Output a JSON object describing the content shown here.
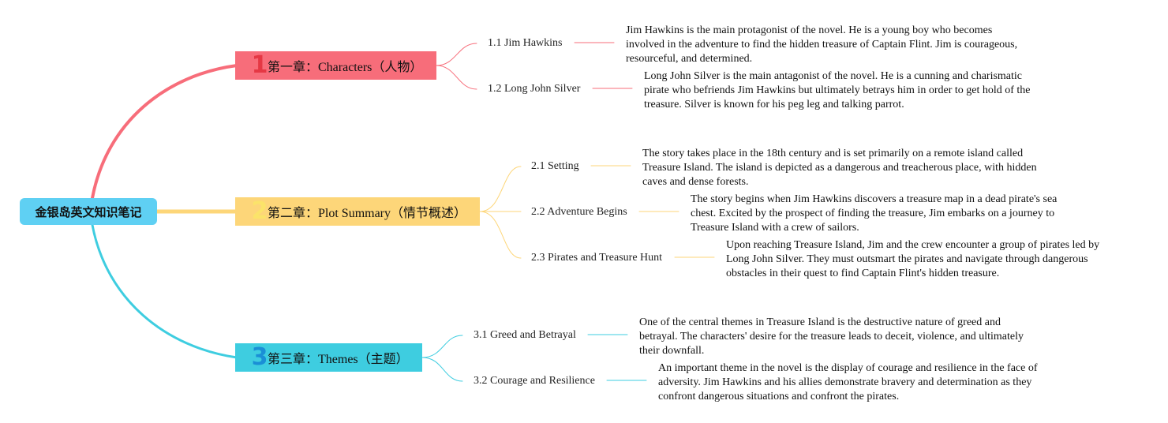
{
  "root": {
    "label": "金银岛英文知识笔记",
    "color": "#5fd0f3"
  },
  "chapters": [
    {
      "num": "1",
      "label": "第一章：Characters（人物）",
      "color": "#f76d7a",
      "num_color": "#e53844",
      "topics": [
        {
          "label": "1.1 Jim Hawkins",
          "desc": "Jim Hawkins is the main protagonist of the novel. He is a young boy who becomes involved in the adventure to find the hidden treasure of Captain Flint. Jim is courageous, resourceful, and determined."
        },
        {
          "label": "1.2 Long John Silver",
          "desc": "Long John Silver is the main antagonist of the novel. He is a cunning and charismatic pirate who befriends Jim Hawkins but ultimately betrays him in order to get hold of the treasure. Silver is known for his peg leg and talking parrot."
        }
      ]
    },
    {
      "num": "2",
      "label": "第二章：Plot Summary（情节概述）",
      "color": "#fdd679",
      "num_color": "#fbe36a",
      "topics": [
        {
          "label": "2.1 Setting",
          "desc": "The story takes place in the 18th century and is set primarily on a remote island called Treasure Island. The island is depicted as a dangerous and treacherous place, with hidden caves and dense forests."
        },
        {
          "label": "2.2 Adventure Begins",
          "desc": "The story begins when Jim Hawkins discovers a treasure map in a dead pirate's sea chest. Excited by the prospect of finding the treasure, Jim embarks on a journey to Treasure Island with a crew of sailors."
        },
        {
          "label": "2.3 Pirates and Treasure Hunt",
          "desc": "Upon reaching Treasure Island, Jim and the crew encounter a group of pirates led by Long John Silver. They must outsmart the pirates and navigate through dangerous obstacles in their quest to find Captain Flint's hidden treasure."
        }
      ]
    },
    {
      "num": "3",
      "label": "第三章：Themes（主题）",
      "color": "#3ecde0",
      "num_color": "#1a8fd6",
      "topics": [
        {
          "label": "3.1 Greed and Betrayal",
          "desc": "One of the central themes in Treasure Island is the destructive nature of greed and betrayal. The characters' desire for the treasure leads to deceit, violence, and ultimately their downfall."
        },
        {
          "label": "3.2 Courage and Resilience",
          "desc": "An important theme in the novel is the display of courage and resilience in the face of adversity. Jim Hawkins and his allies demonstrate bravery and determination as they confront dangerous situations and confront the pirates."
        }
      ]
    }
  ]
}
